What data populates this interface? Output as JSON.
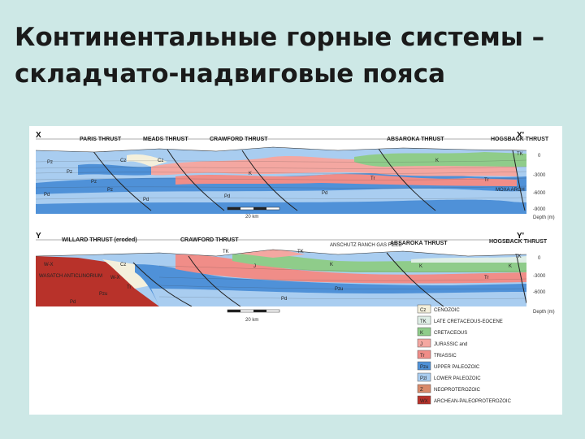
{
  "title": "Континентальные горные системы – складчато-надвиговые пояса",
  "section1": {
    "start": "X",
    "end": "X'",
    "thrusts": [
      "PARIS THRUST",
      "MEADS THRUST",
      "CRAWFORD THRUST",
      "ABSAROKA THRUST",
      "HOGSBACK THRUST"
    ],
    "unit_labels": [
      "Pz",
      "Pz",
      "Pz",
      "Cz",
      "Cz",
      "K",
      "K",
      "Tr",
      "Pz",
      "Pd",
      "Pd",
      "Pd",
      "Pd",
      "Tr",
      "TK"
    ],
    "depth": [
      "0",
      "-3000",
      "-6000",
      "-9000",
      "Depth (m)"
    ],
    "scale": "20 km",
    "other": "MOXA ARCH"
  },
  "section2": {
    "start": "Y",
    "end": "Y'",
    "thrusts": [
      "WILLARD THRUST (eroded)",
      "CRAWFORD THRUST",
      "ANSCHUTZ RANCH GAS FIELD",
      "ABSAROKA THRUST",
      "HOGSBACK THRUST"
    ],
    "unit_labels": [
      "W-X",
      "Cz",
      "W-X",
      "Pd",
      "Pzu",
      "Tr",
      "TK",
      "TK",
      "J",
      "K",
      "K",
      "Pzu",
      "Tr",
      "Pd",
      "K",
      "TK"
    ],
    "feature": "WASATCH ANTICLINORIUM",
    "depth": [
      "0",
      "-3000",
      "-6000",
      "Depth (m)"
    ],
    "scale": "20 km"
  },
  "legend": [
    {
      "code": "Cz",
      "label": "CENOZOIC",
      "color": "#f4f0dc"
    },
    {
      "code": "TK",
      "label": "LATE CRETACEOUS-EOCENE",
      "color": "#dfeee6"
    },
    {
      "code": "K",
      "label": "CRETACEOUS",
      "color": "#8fcc8a"
    },
    {
      "code": "J",
      "label": "JURASSIC and",
      "color": "#f4a7a1"
    },
    {
      "code": "Tr",
      "label": "TRIASSIC",
      "color": "#f08d88"
    },
    {
      "code": "Pzu",
      "label": "UPPER PALEOZOIC",
      "color": "#4f91d8"
    },
    {
      "code": "Pzl",
      "label": "LOWER PALEOZOIC",
      "color": "#a9cdf0"
    },
    {
      "code": "Z",
      "label": "NEOPROTEROZOIC",
      "color": "#d98a6a"
    },
    {
      "code": "WX",
      "label": "ARCHEAN-PALEOPROTEROZOIC",
      "color": "#b8322a"
    }
  ]
}
